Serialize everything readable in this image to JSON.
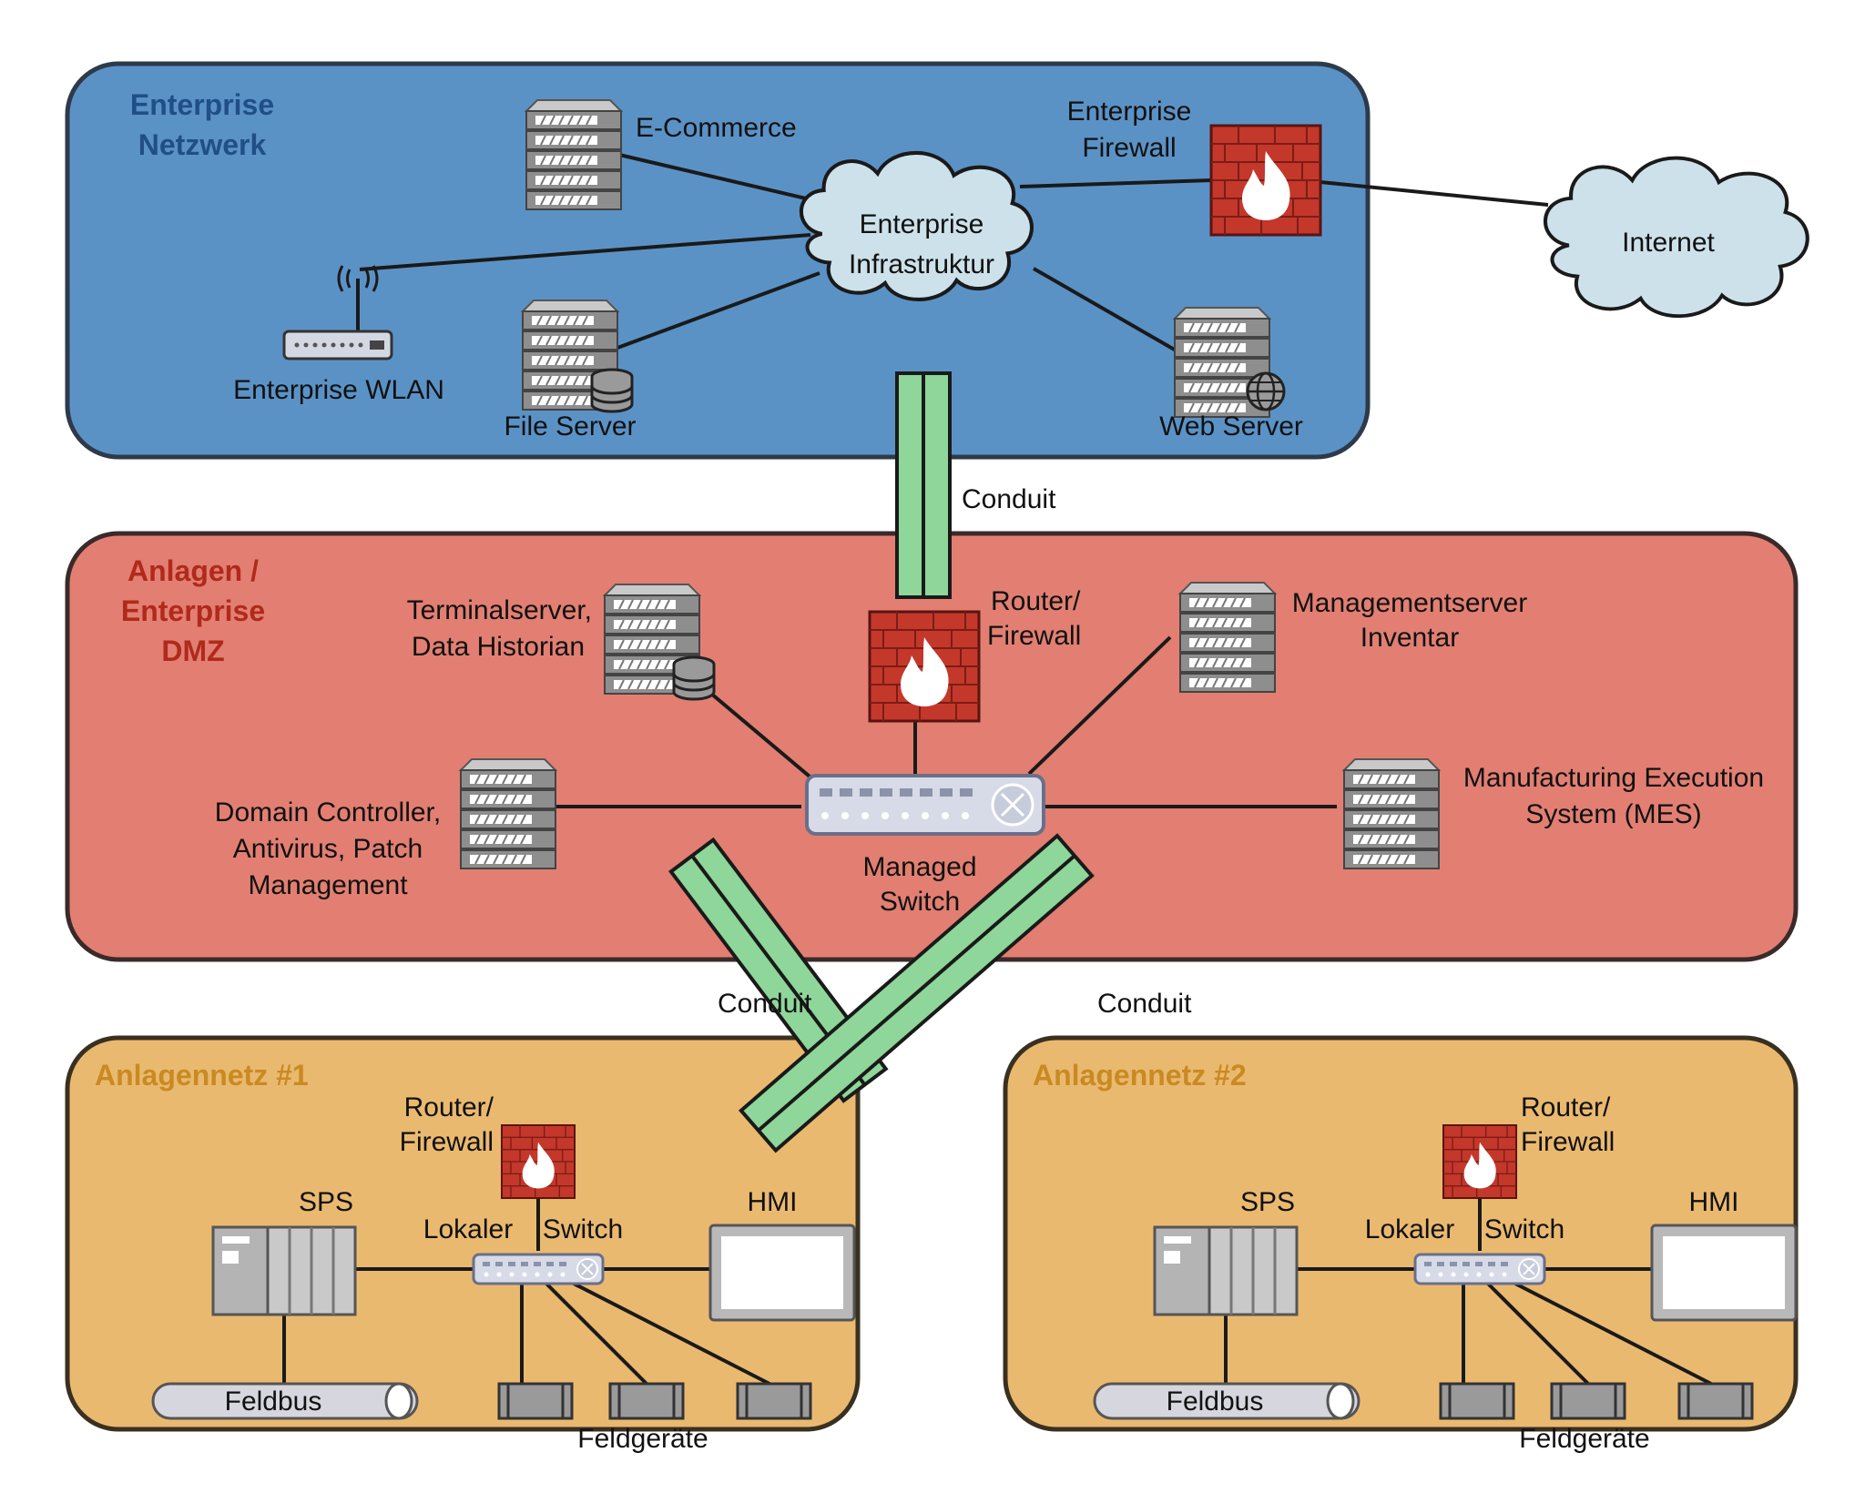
{
  "zones": {
    "enterprise": {
      "title_line1": "Enterprise",
      "title_line2": "Netzwerk",
      "color": "#5b92c6",
      "title_color": "#1f4f86"
    },
    "dmz": {
      "title_line1": "Anlagen /",
      "title_line2": "Enterprise",
      "title_line3": "DMZ",
      "color": "#e27f72",
      "title_color": "#b02a1c"
    },
    "plant1": {
      "title": "Anlagennetz #1",
      "color": "#eab970",
      "title_color": "#c98a22"
    },
    "plant2": {
      "title": "Anlagennetz #2",
      "color": "#eab970",
      "title_color": "#c98a22"
    }
  },
  "enterprise": {
    "ecommerce": "E-Commerce",
    "firewall_line1": "Enterprise",
    "firewall_line2": "Firewall",
    "infra_line1": "Enterprise",
    "infra_line2": "Infrastruktur",
    "internet": "Internet",
    "wlan": "Enterprise WLAN",
    "file_server": "File Server",
    "web_server": "Web Server"
  },
  "conduit_label": "Conduit",
  "dmz": {
    "router_line1": "Router/",
    "router_line2": "Firewall",
    "terminal_line1": "Terminalserver,",
    "terminal_line2": "Data Historian",
    "mgmt_line1": "Managementserver",
    "mgmt_line2": "Inventar",
    "domain_line1": "Domain Controller,",
    "domain_line2": "Antivirus, Patch",
    "domain_line3": "Management",
    "mes_line1": "Manufacturing Execution",
    "mes_line2": "System (MES)",
    "switch_line1": "Managed",
    "switch_line2": "Switch"
  },
  "plant": {
    "router_line1": "Router/",
    "router_line2": "Firewall",
    "sps": "SPS",
    "hmi": "HMI",
    "lokaler": "Lokaler",
    "switch": "Switch",
    "feldbus": "Feldbus",
    "feldgeraete": "Feldgeräte"
  },
  "colors": {
    "conduit": "#8fd69a",
    "firewall": "#c4372b",
    "server": "#9a9a9a"
  }
}
